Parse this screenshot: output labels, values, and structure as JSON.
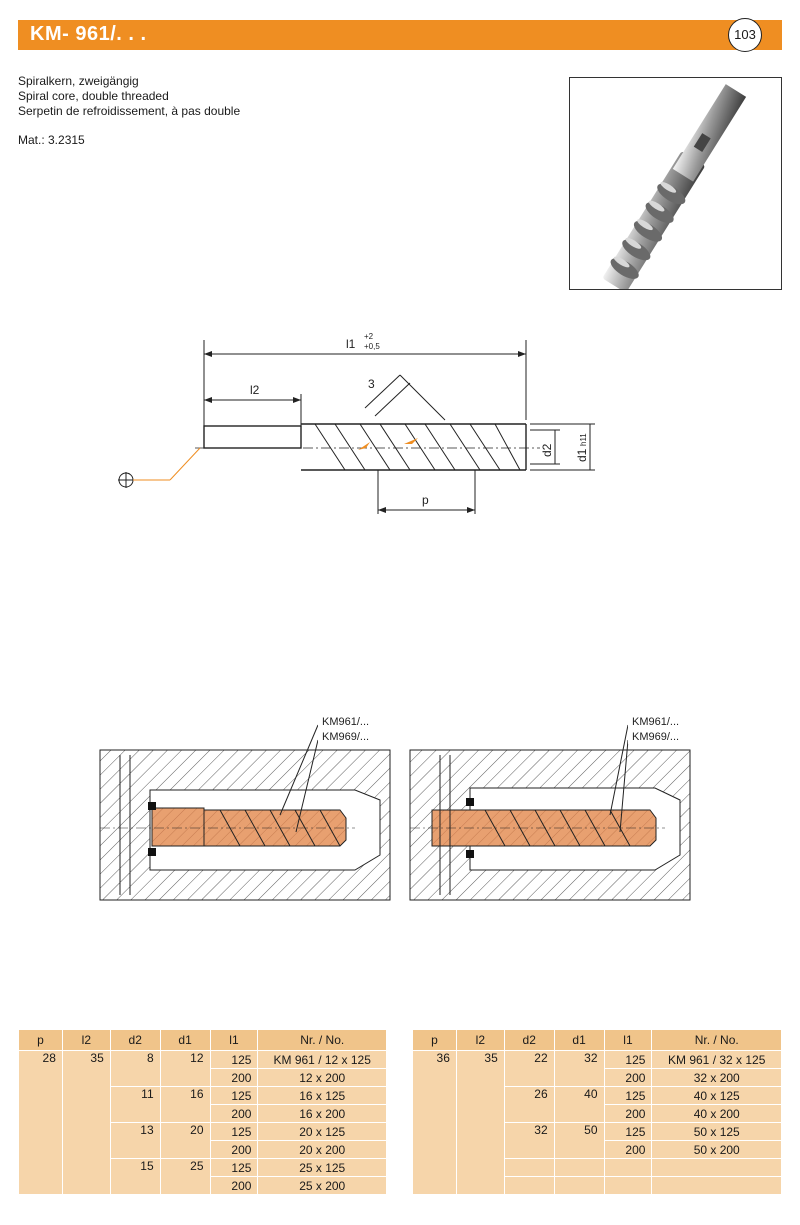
{
  "header": {
    "title": "KM- 961/. . .",
    "page_number": "103"
  },
  "description": {
    "de": "Spiralkern, zweigängig",
    "en": "Spiral core, double threaded",
    "fr": "Serpetin de refroidissement, à pas double",
    "material": "Mat.: 3.2315"
  },
  "drawing_labels": {
    "l1": "l1",
    "l1_tol_upper": "+2",
    "l1_tol_lower": "+0,5",
    "l2": "l2",
    "angle": "3",
    "d2": "d2",
    "d1": "d1",
    "d1_tol": "h11",
    "p": "p"
  },
  "install_labels": {
    "km961": "KM961/...",
    "km969": "KM969/..."
  },
  "table_columns": [
    "p",
    "l2",
    "d2",
    "d1",
    "l1",
    "Nr. / No."
  ],
  "table_left": {
    "p": "28",
    "l2": "35",
    "groups": [
      {
        "d2": "8",
        "d1": "12",
        "rows": [
          {
            "l1": "125",
            "no": "KM 961 / 12 x 125"
          },
          {
            "l1": "200",
            "no": "12 x 200"
          }
        ]
      },
      {
        "d2": "11",
        "d1": "16",
        "rows": [
          {
            "l1": "125",
            "no": "16 x 125"
          },
          {
            "l1": "200",
            "no": "16 x 200"
          }
        ]
      },
      {
        "d2": "13",
        "d1": "20",
        "rows": [
          {
            "l1": "125",
            "no": "20 x 125"
          },
          {
            "l1": "200",
            "no": "20 x 200"
          }
        ]
      },
      {
        "d2": "15",
        "d1": "25",
        "rows": [
          {
            "l1": "125",
            "no": "25 x 125"
          },
          {
            "l1": "200",
            "no": "25 x 200"
          }
        ]
      }
    ]
  },
  "table_right": {
    "p": "36",
    "l2": "35",
    "groups": [
      {
        "d2": "22",
        "d1": "32",
        "rows": [
          {
            "l1": "125",
            "no": "KM 961 / 32 x 125"
          },
          {
            "l1": "200",
            "no": "32 x 200"
          }
        ]
      },
      {
        "d2": "26",
        "d1": "40",
        "rows": [
          {
            "l1": "125",
            "no": "40 x 125"
          },
          {
            "l1": "200",
            "no": "40 x 200"
          }
        ]
      },
      {
        "d2": "32",
        "d1": "50",
        "rows": [
          {
            "l1": "125",
            "no": "50 x 125"
          },
          {
            "l1": "200",
            "no": "50 x 200"
          }
        ]
      }
    ]
  },
  "colors": {
    "brand_orange": "#ef8e22",
    "table_header": "#f0c48a",
    "table_cell": "#f6d5aa",
    "copper": "#e8a070"
  }
}
